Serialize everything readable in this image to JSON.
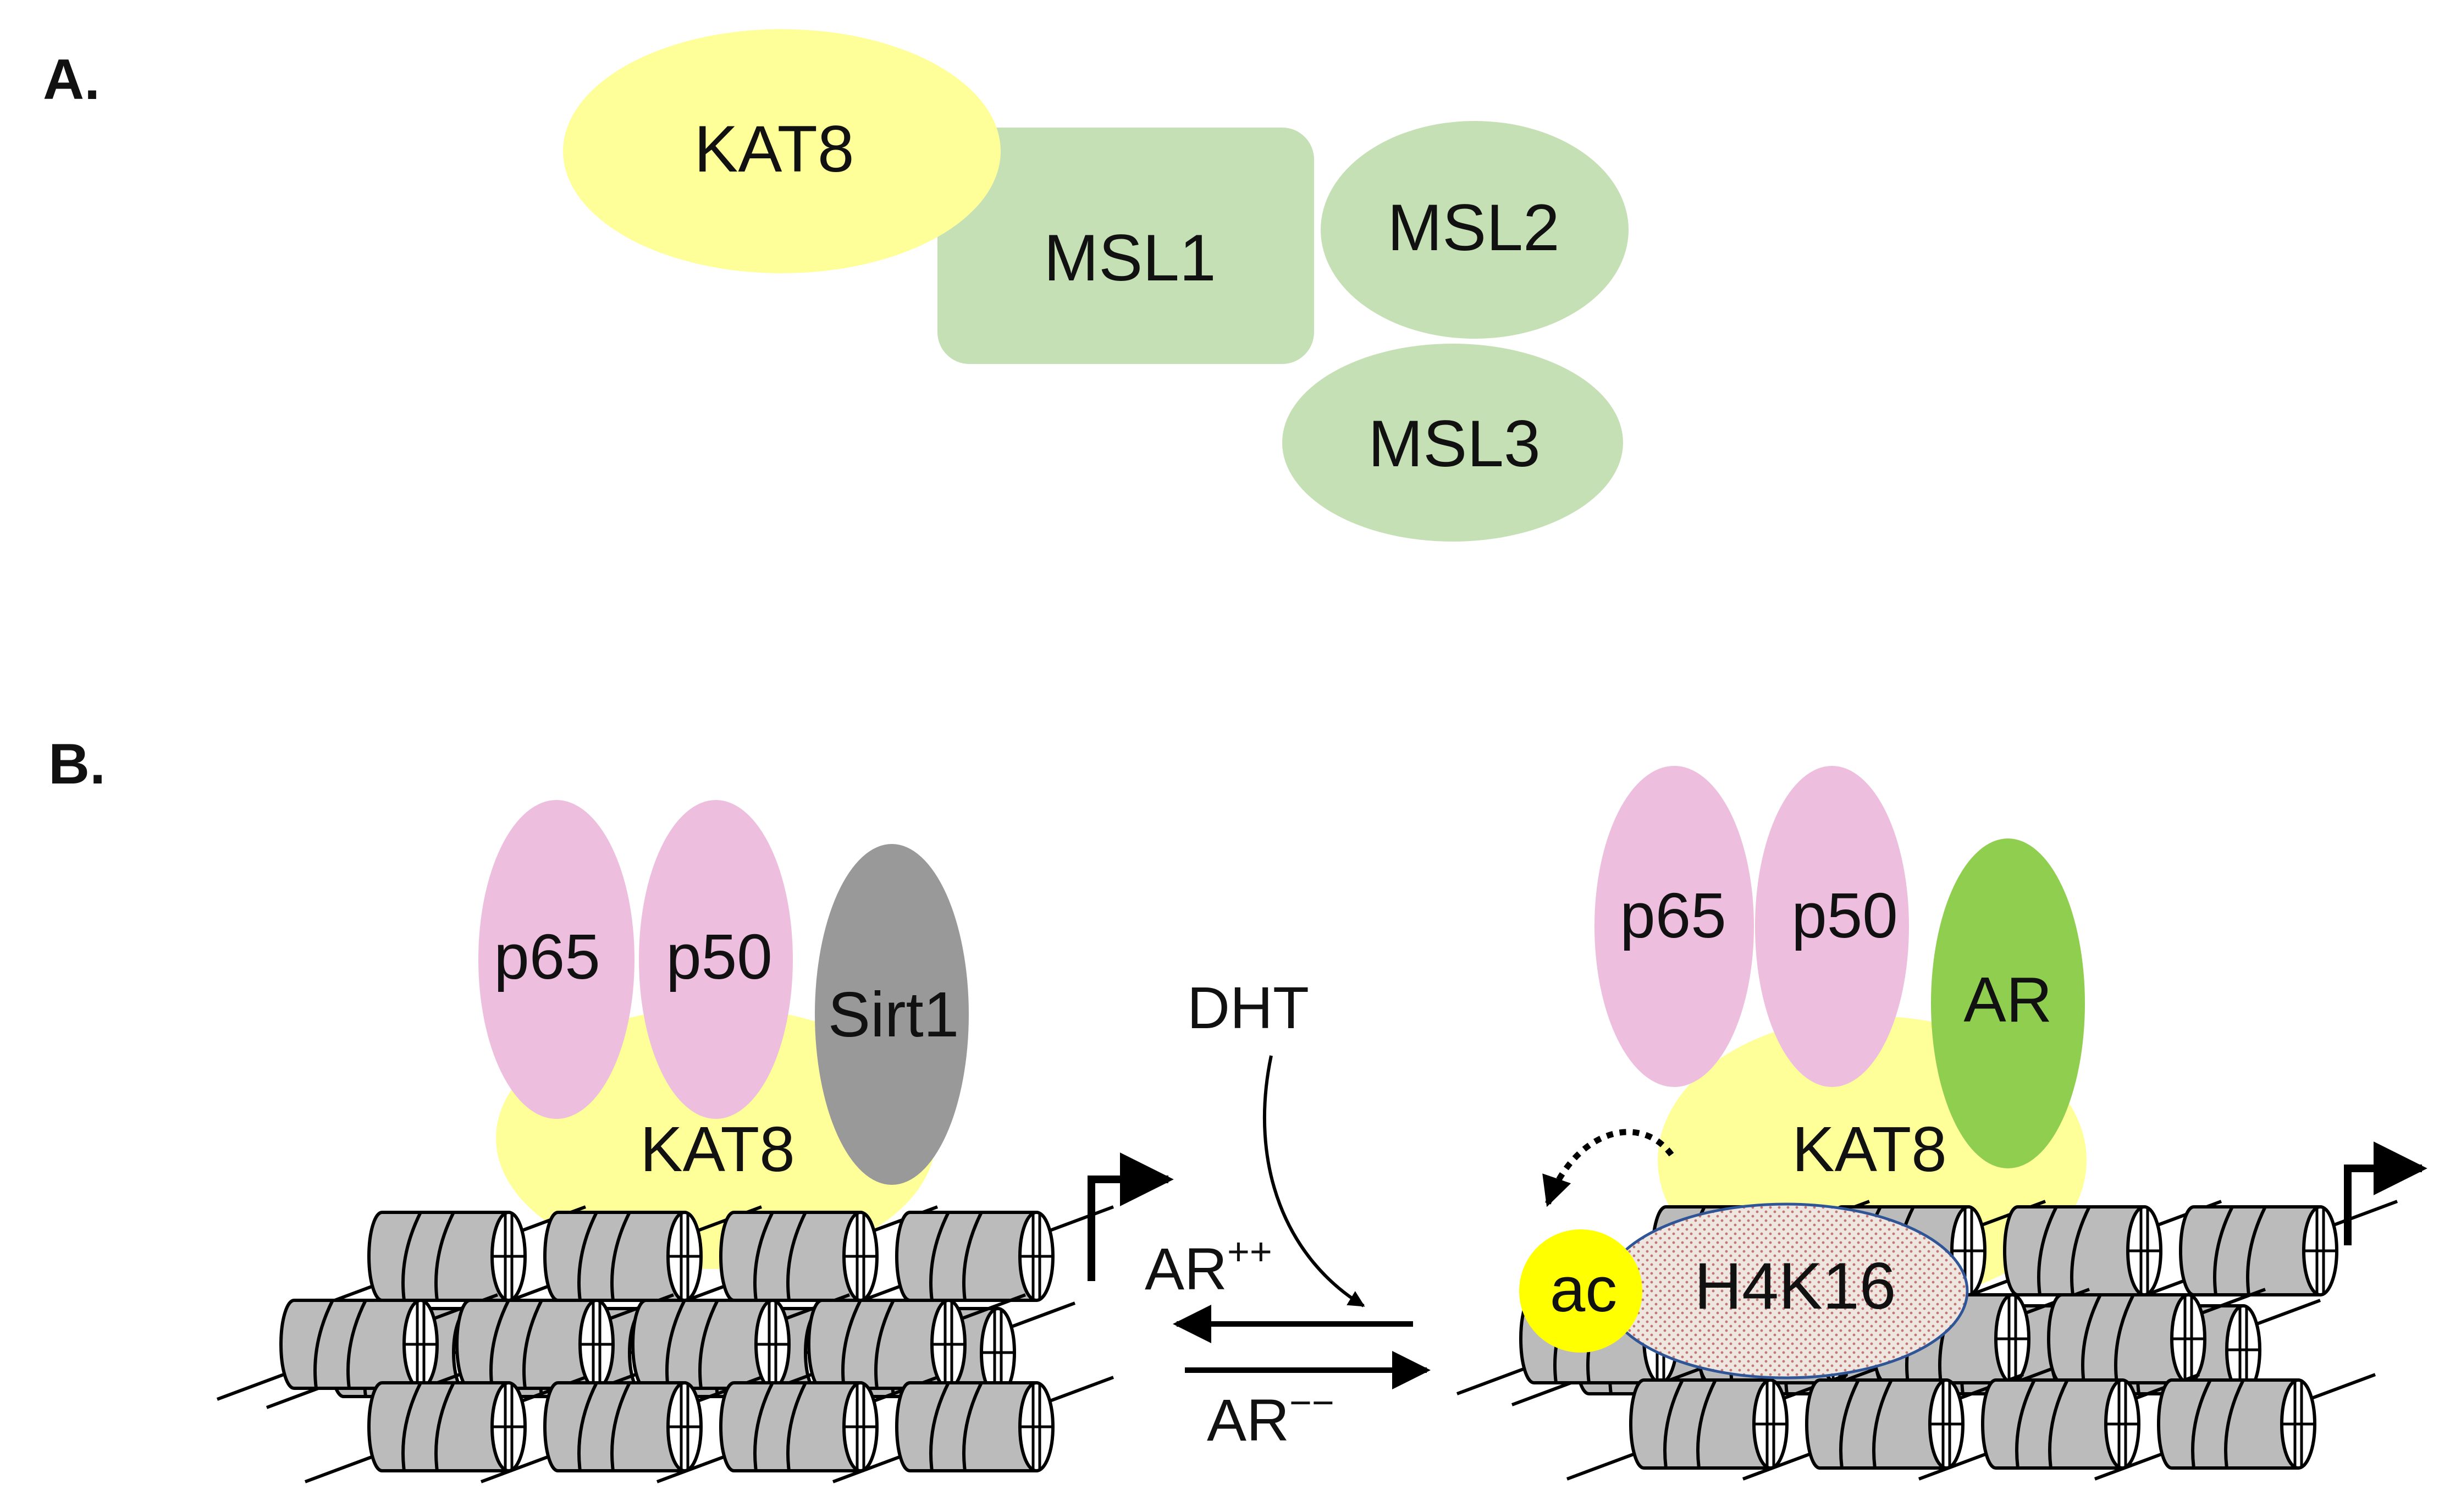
{
  "panel_a": {
    "letter": "A.",
    "kat8": "KAT8",
    "msl1": "MSL1",
    "msl2": "MSL2",
    "msl3": "MSL3"
  },
  "panel_b": {
    "letter": "B.",
    "left": {
      "p65": "p65",
      "p50": "p50",
      "sirt1": "Sirt1",
      "kat8": "KAT8"
    },
    "right": {
      "p65": "p65",
      "p50": "p50",
      "ar": "AR",
      "kat8": "KAT8",
      "ac": "ac",
      "h4k16": "H4K16"
    },
    "dht": "DHT",
    "ar_plus": {
      "base": "AR",
      "sup": "++"
    },
    "ar_minus": {
      "base": "AR",
      "sup": "−−"
    }
  },
  "colors": {
    "kat8_yellow": "#ffff99",
    "msl_green": "#c5e0b4",
    "p65_p50_pink": "#edbedd",
    "sirt1_gray": "#999999",
    "ar_green": "#8fce4f",
    "ac_yellow": "#ffff00",
    "h4k16_fill": "#eae0dc",
    "h4k16_border": "#2f5597",
    "nucleosome_gray": "#bbbbbb"
  }
}
